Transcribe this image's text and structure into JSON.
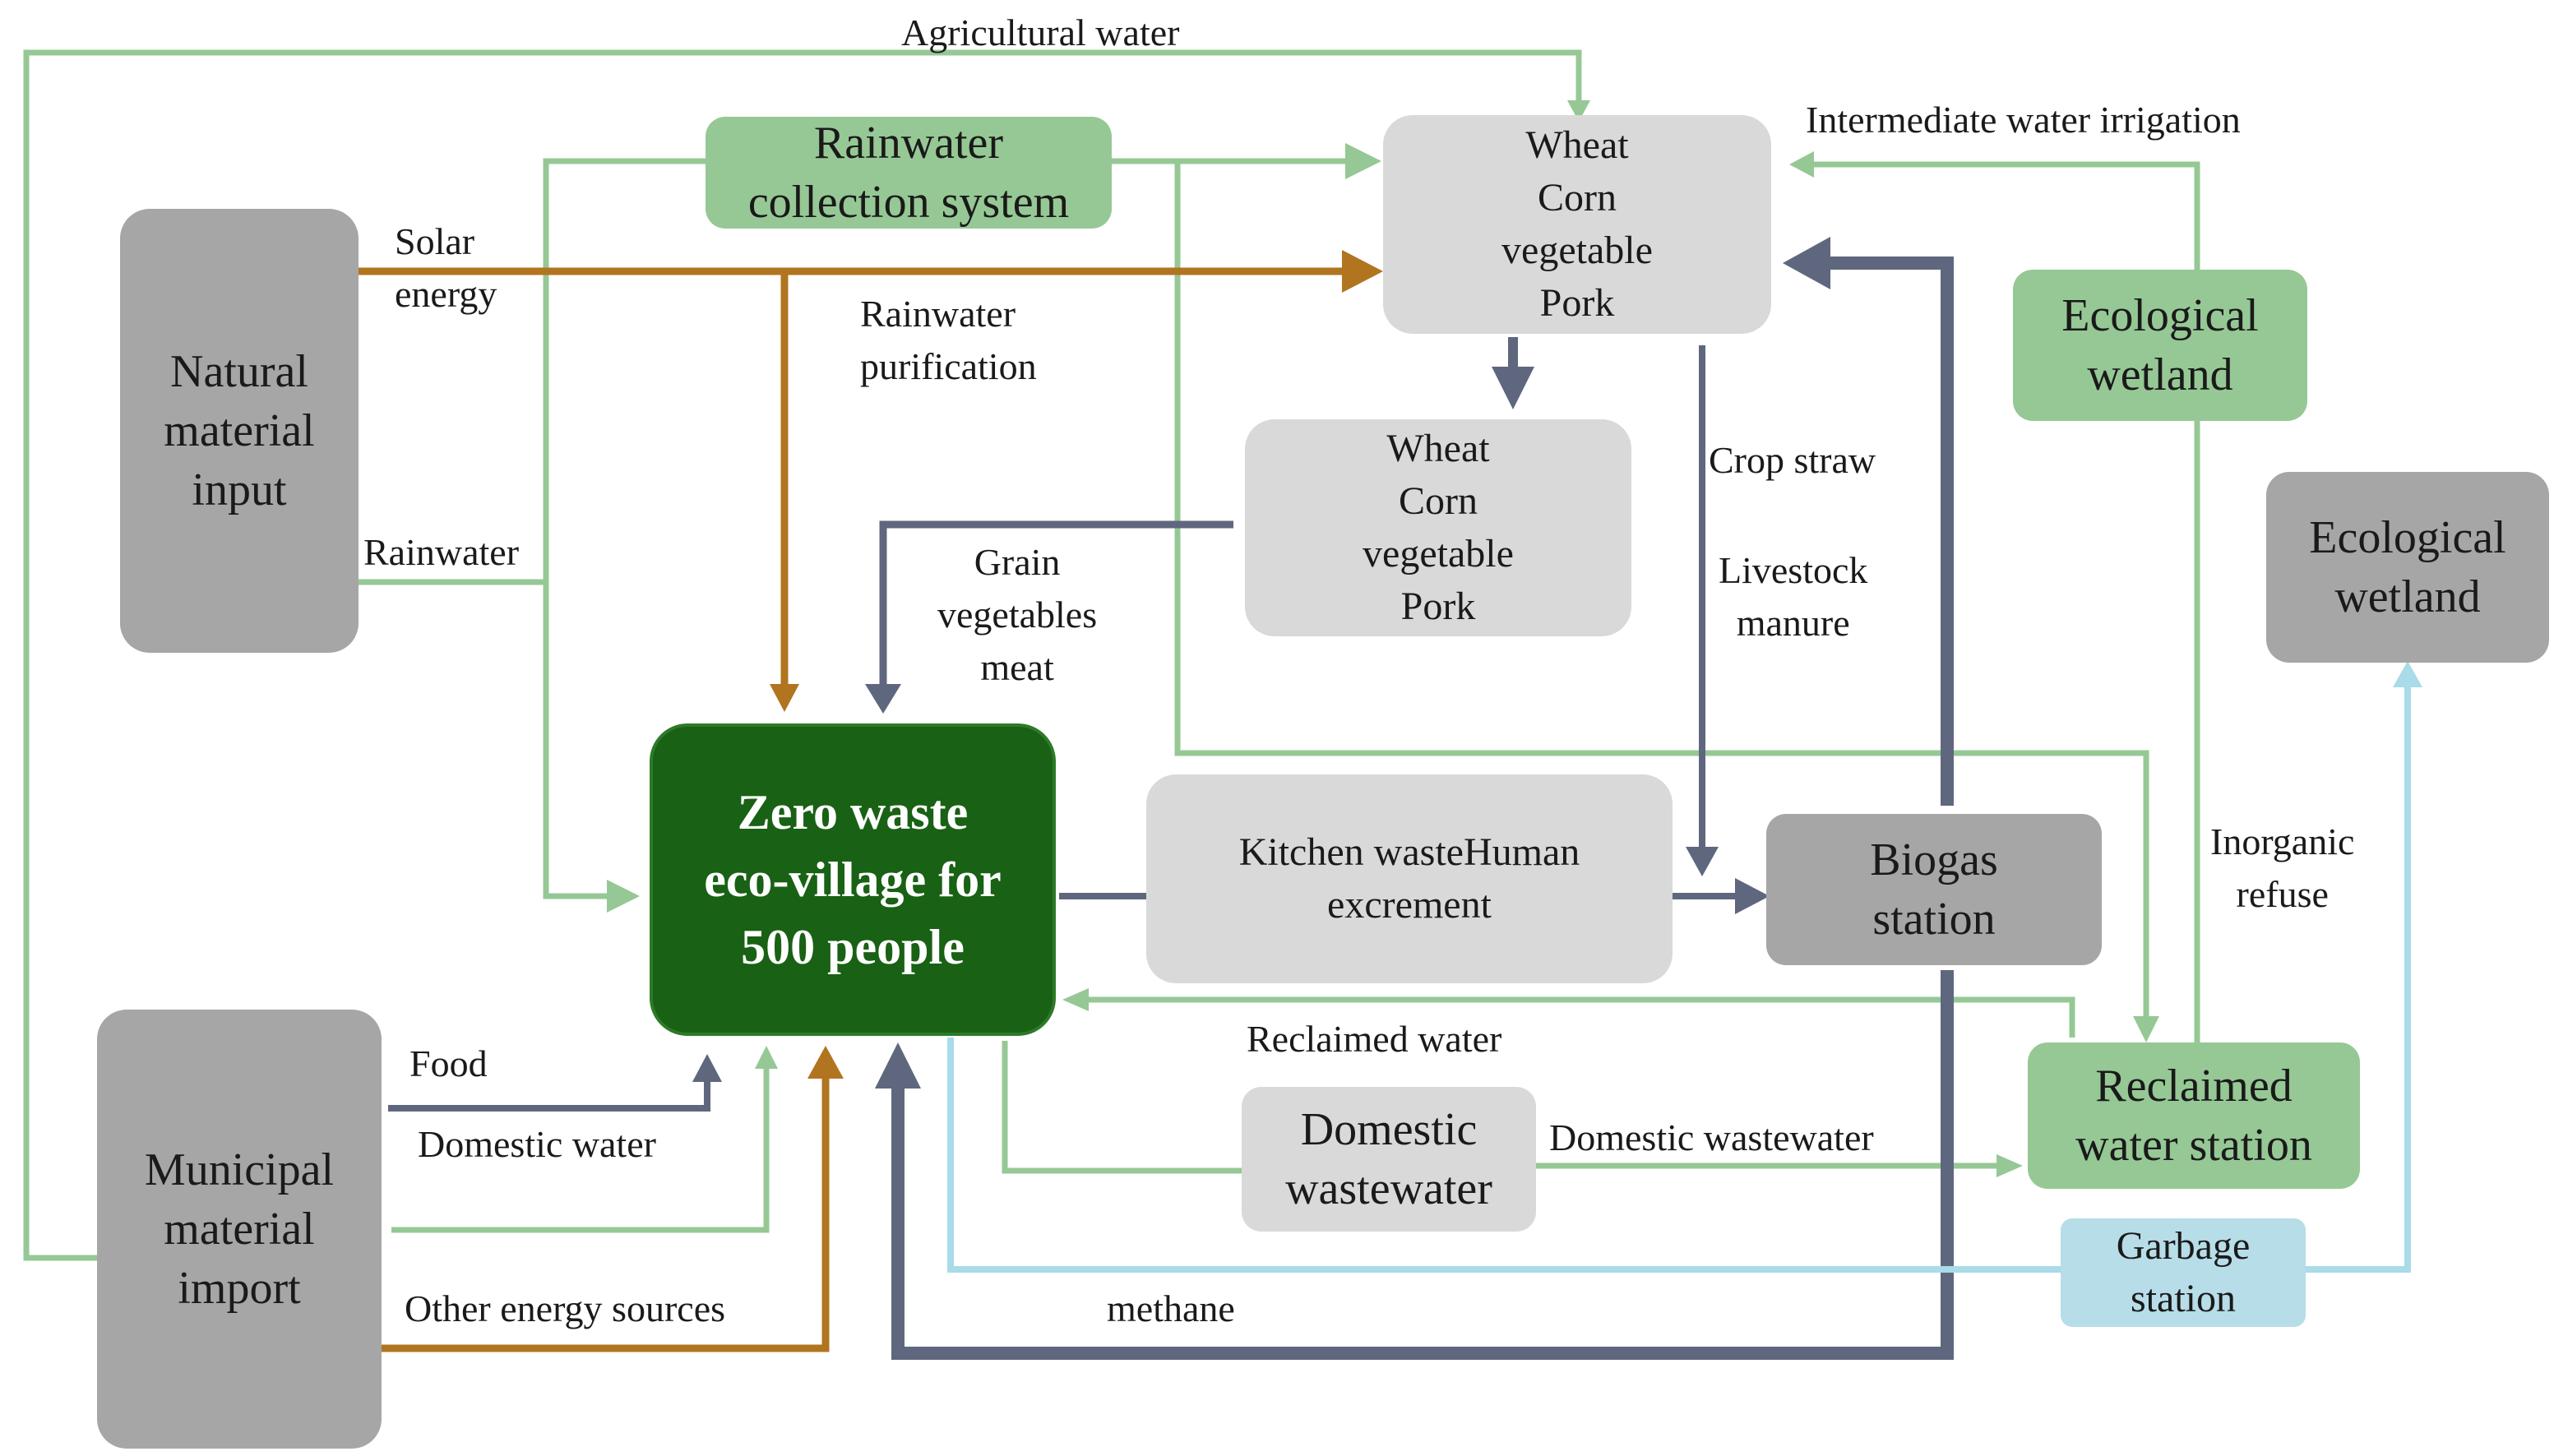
{
  "nodes": {
    "natural_input": "Natural\nmaterial\ninput",
    "rainwater_collection": "Rainwater\ncollection system",
    "farm_top": "Wheat\nCorn\nvegetable\nPork",
    "farm_mid": "Wheat\nCorn\nvegetable\nPork",
    "ecological_wetland_1": "Ecological\nwetland",
    "ecological_wetland_2": "Ecological\nwetland",
    "village": "Zero waste\neco-village for\n500 people",
    "kitchen_waste": "Kitchen wasteHuman\nexcrement",
    "biogas_station": "Biogas\nstation",
    "municipal_import": "Municipal\nmaterial\nimport",
    "domestic_wastewater_node": "Domestic\nwastewater",
    "reclaimed_water_station": "Reclaimed\nwater station",
    "garbage_station": "Garbage\nstation"
  },
  "flows": {
    "agricultural_water": "Agricultural water",
    "intermediate_irrigation": "Intermediate water irrigation",
    "solar_energy": "Solar\nenergy",
    "rainwater_purification": "Rainwater\npurification",
    "rainwater": "Rainwater",
    "grain_veg_meat": "Grain\nvegetables\nmeat",
    "crop_straw": "Crop straw",
    "livestock_manure": "Livestock\nmanure",
    "inorganic_refuse": "Inorganic\nrefuse",
    "reclaimed_water": "Reclaimed water",
    "food": "Food",
    "domestic_water": "Domestic water",
    "domestic_wastewater": "Domestic wastewater",
    "other_energy": "Other energy sources",
    "methane": "methane"
  },
  "colors": {
    "water_green": "#96c895",
    "energy_brown": "#b1741f",
    "material_slate": "#5f677f",
    "garbage_blue": "#a9dbe8",
    "village_green": "#196114"
  }
}
